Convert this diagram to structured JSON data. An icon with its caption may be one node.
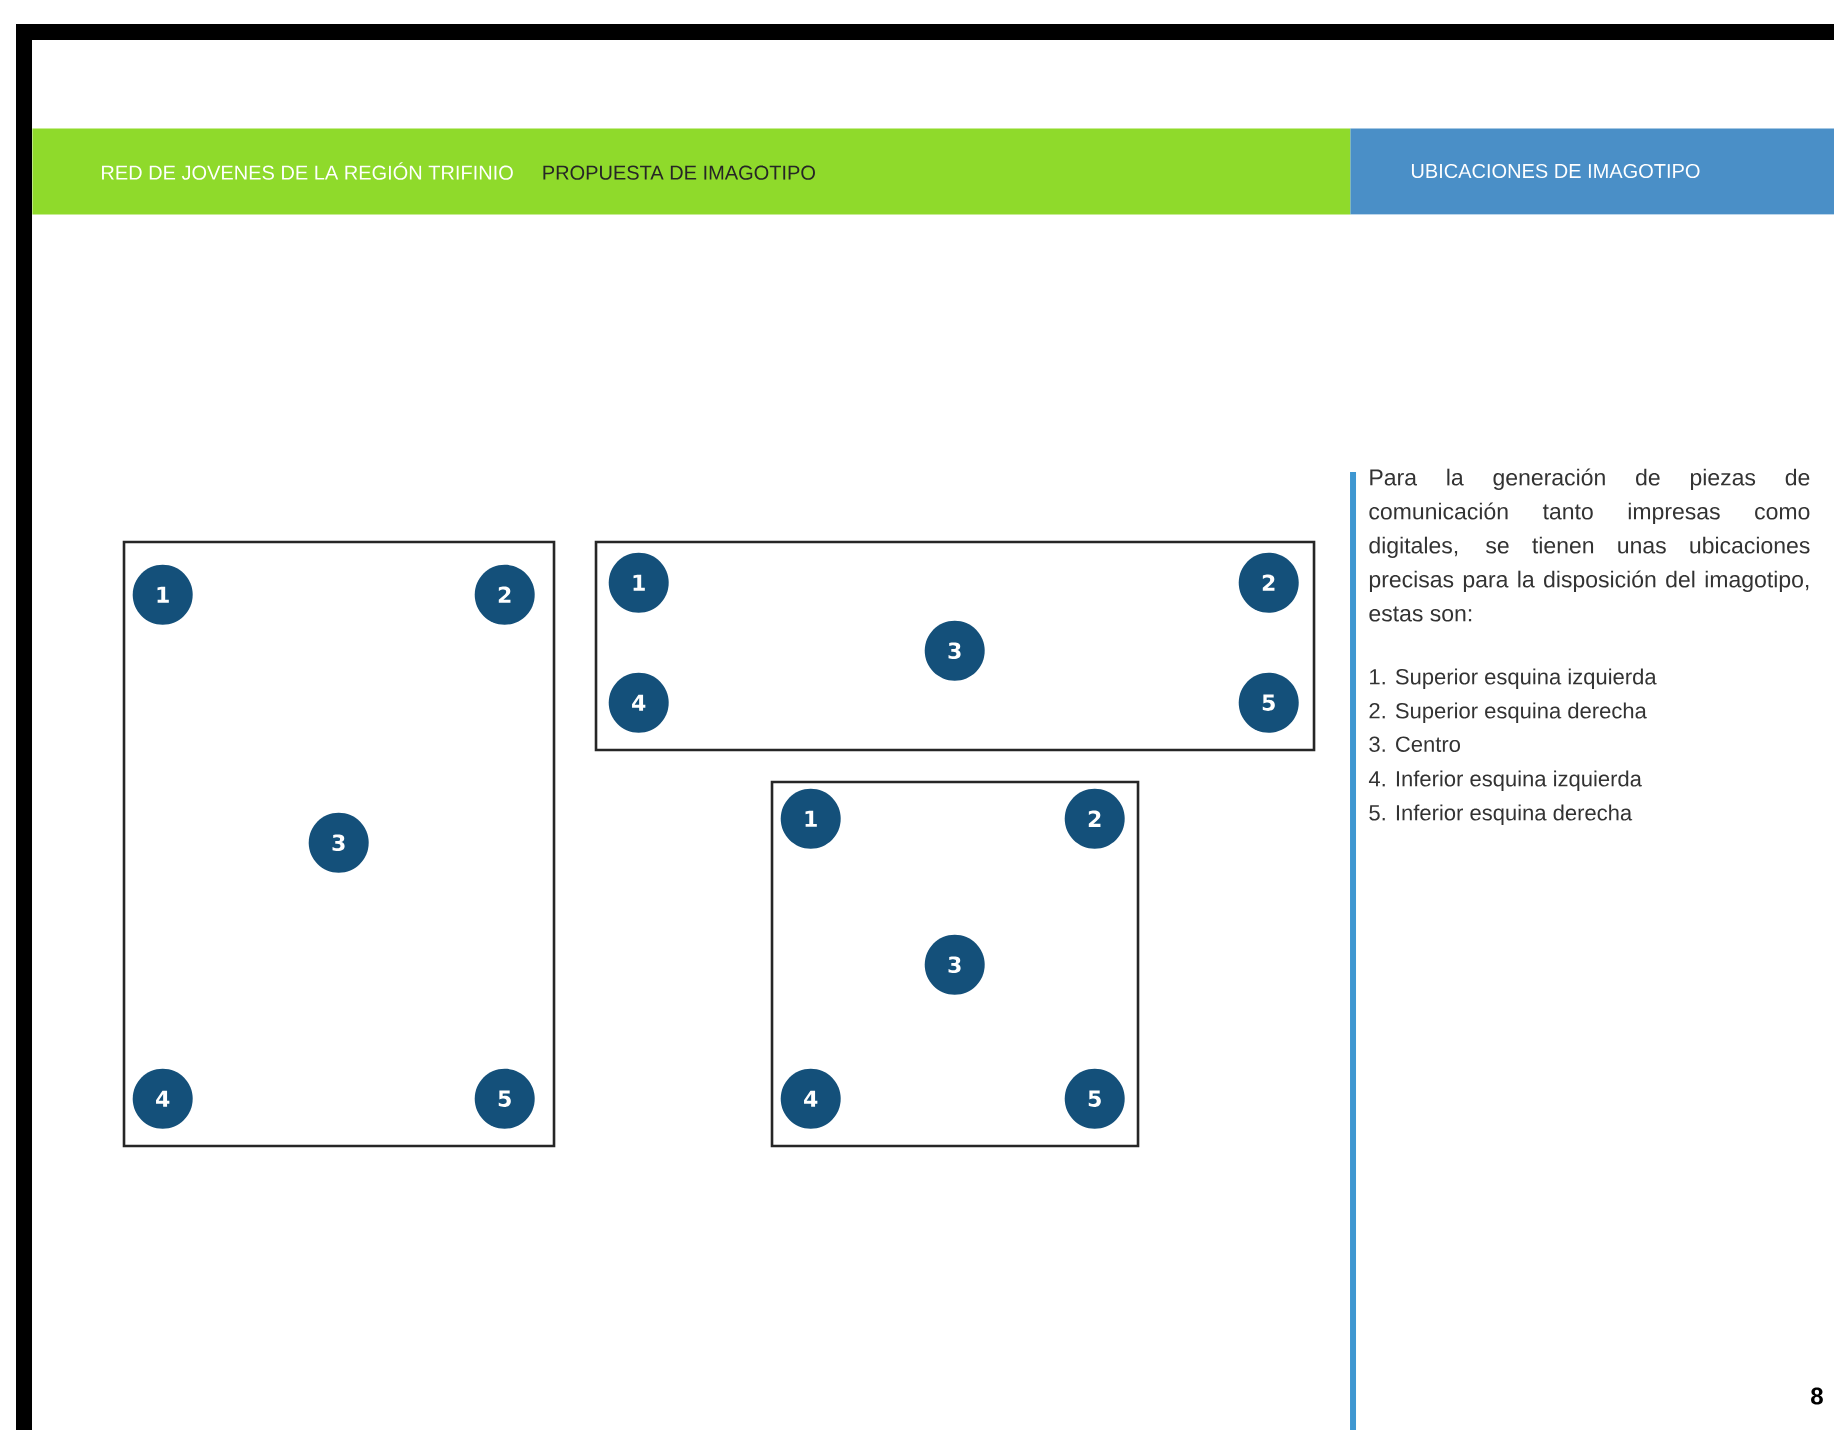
{
  "diagram": {
    "nodes": [
      {
        "text": [
          "RED DE JOVENES DE LA REGIÓN TRIFINIO",
          "PROPUESTA DE IMAGOTIPO"
        ]
      },
      {
        "text": [
          "UBICACIONES DE IMAGOTIPO"
        ]
      },
      {
        "text": [],
        "shape": "box"
      },
      {
        "text": [
          "1"
        ],
        "in": 2
      },
      {
        "text": [
          "2"
        ],
        "in": 2
      },
      {
        "text": [
          "3"
        ],
        "in": 2
      },
      {
        "text": [
          "4"
        ],
        "in": 2
      },
      {
        "text": [
          "5"
        ],
        "in": 2
      },
      {
        "text": [],
        "shape": "box"
      },
      {
        "text": [
          "1"
        ],
        "in": 8
      },
      {
        "text": [
          "2"
        ],
        "in": 8
      },
      {
        "text": [
          "3"
        ],
        "in": 8
      },
      {
        "text": [
          "4"
        ],
        "in": 8
      },
      {
        "text": [
          "5"
        ],
        "in": 8
      },
      {
        "text": [],
        "shape": "box"
      },
      {
        "text": [
          "1"
        ],
        "in": 14
      },
      {
        "text": [
          "2"
        ],
        "in": 14
      },
      {
        "text": [
          "3"
        ],
        "in": 14
      },
      {
        "text": [
          "4"
        ],
        "in": 14
      },
      {
        "text": [
          "5"
        ],
        "in": 14
      }
    ],
    "labels": [
      "Para la generación de piezas de comunicación tanto impresas como digitales, se tienen unas ubicaciones precisas para la disposición del imagotipo, estas son:",
      "1. Superior esquina izquierda",
      "2. Superior esquina derecha",
      "3. Centro",
      "4. Inferior esquina izquierda",
      "5. Inferior esquina derecha",
      "8"
    ]
  }
}
